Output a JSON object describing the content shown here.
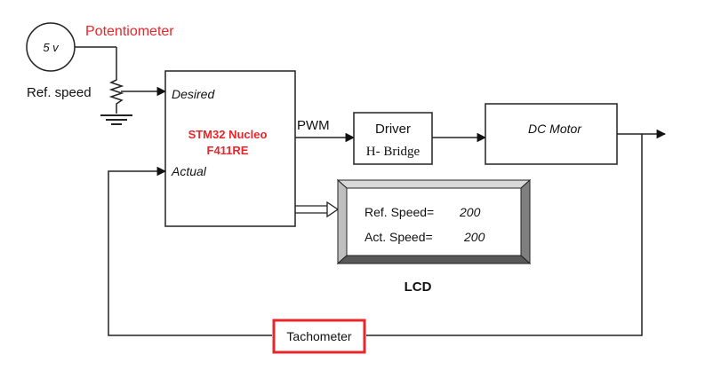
{
  "supply": {
    "label": "5 v"
  },
  "potentiometer": {
    "label": "Potentiometer",
    "color": "#e8262b"
  },
  "ref_speed": {
    "label": "Ref. speed"
  },
  "mcu": {
    "name_line1": "STM32 Nucleo",
    "name_line2": "F411RE",
    "name_color": "#e8262b",
    "input_desired": "Desired",
    "input_actual": "Actual"
  },
  "pwm": {
    "label": "PWM"
  },
  "driver": {
    "line1": "Driver",
    "line2": "H- Bridge"
  },
  "motor": {
    "label": "DC Motor"
  },
  "lcd": {
    "line1_label": "Ref. Speed=",
    "line1_value": "200",
    "line2_label": "Act. Speed=",
    "line2_value": "200",
    "caption": "LCD"
  },
  "tachometer": {
    "label": "Tachometer",
    "border_color": "#e8262b"
  }
}
